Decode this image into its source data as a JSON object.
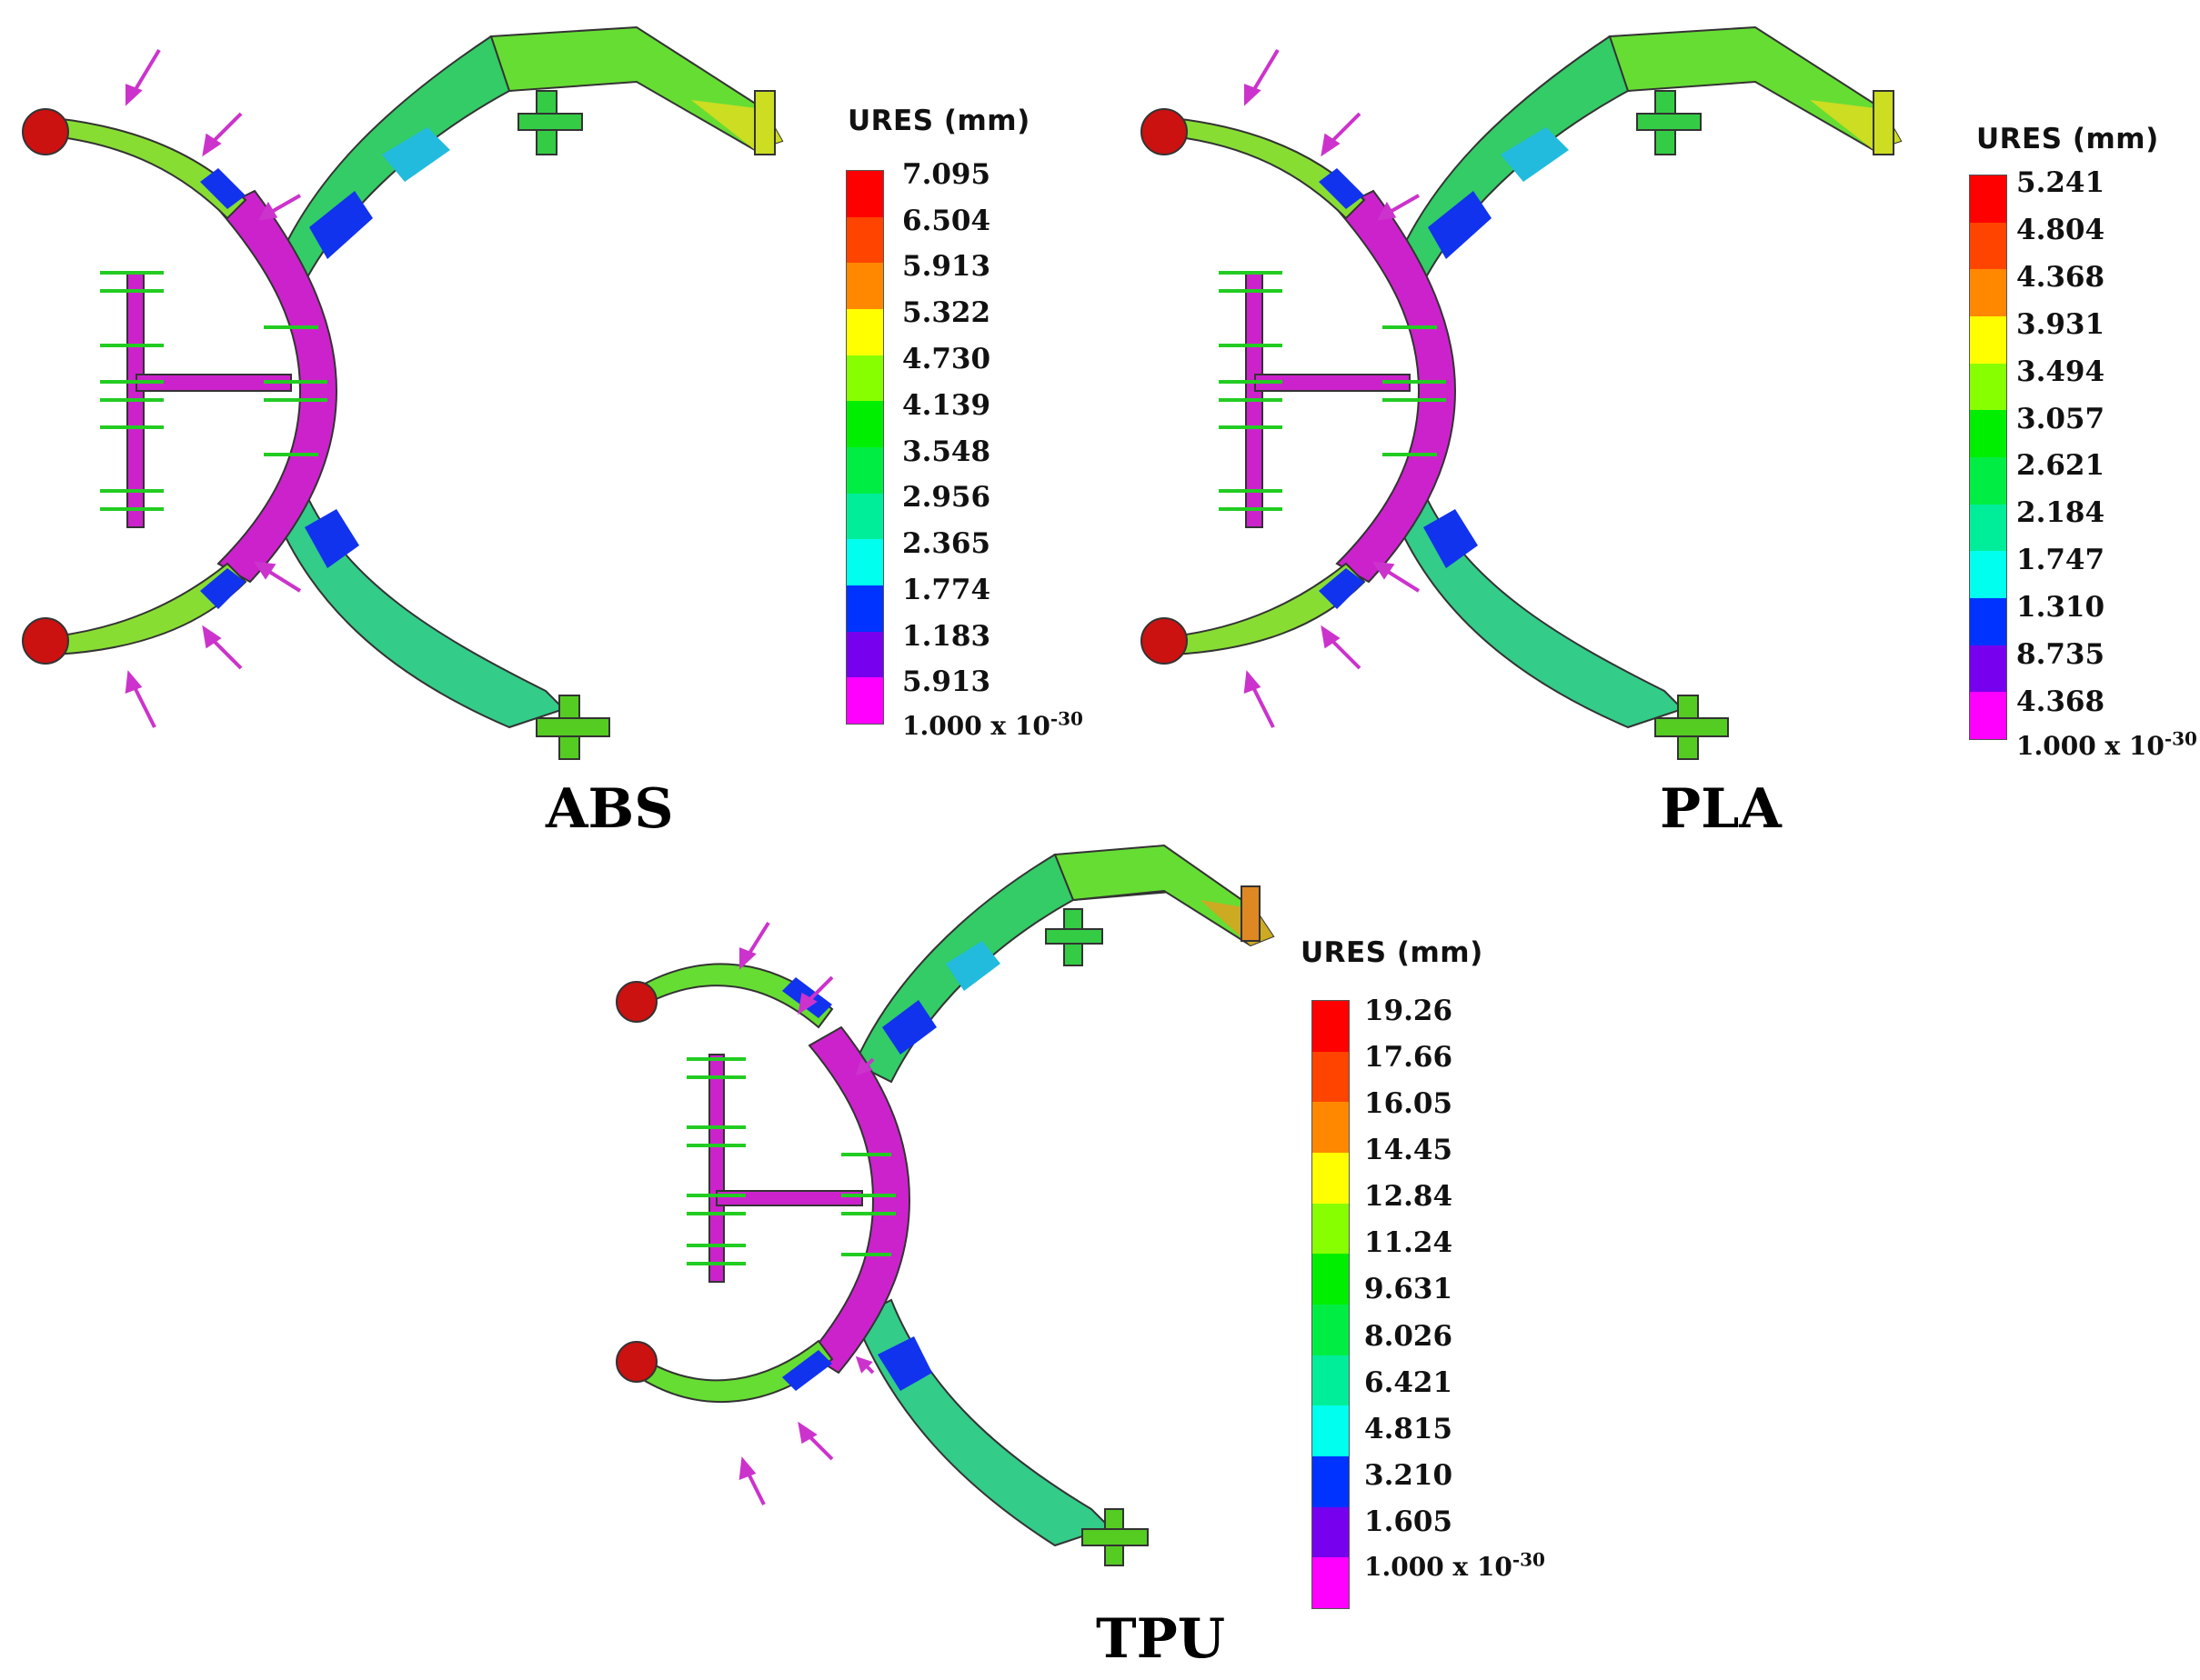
{
  "panels": [
    {
      "material": "ABS",
      "legend_title": "URES (mm)",
      "legend_labels": [
        "7.095",
        "6.504",
        "5.913",
        "5.322",
        "4.730",
        "4.139",
        "3.548",
        "2.956",
        "2.365",
        "1.774",
        "1.183",
        "5.913"
      ],
      "legend_min_base": "1.000 x 10",
      "legend_min_exp": "-30"
    },
    {
      "material": "PLA",
      "legend_title": "URES (mm)",
      "legend_labels": [
        "5.241",
        "4.804",
        "4.368",
        "3.931",
        "3.494",
        "3.057",
        "2.621",
        "2.184",
        "1.747",
        "1.310",
        "8.735",
        "4.368"
      ],
      "legend_min_base": "1.000 x 10",
      "legend_min_exp": "-30"
    },
    {
      "material": "TPU",
      "legend_title": "URES (mm)",
      "legend_labels": [
        "19.26",
        "17.66",
        "16.05",
        "14.45",
        "12.84",
        "11.24",
        "9.631",
        "8.026",
        "6.421",
        "4.815",
        "3.210",
        "1.605"
      ],
      "legend_min_base": "1.000 x 10",
      "legend_min_exp": "-30"
    }
  ],
  "colors": {
    "scale": [
      "#ff0000",
      "#ff4400",
      "#ff8800",
      "#ffff00",
      "#88ff00",
      "#00ee00",
      "#00ee44",
      "#00ee99",
      "#00ffee",
      "#0033ff",
      "#7700ee",
      "#ff00ff"
    ],
    "arrow": "#cc33cc",
    "fixture": "#22cc22",
    "outline": "#333333"
  }
}
